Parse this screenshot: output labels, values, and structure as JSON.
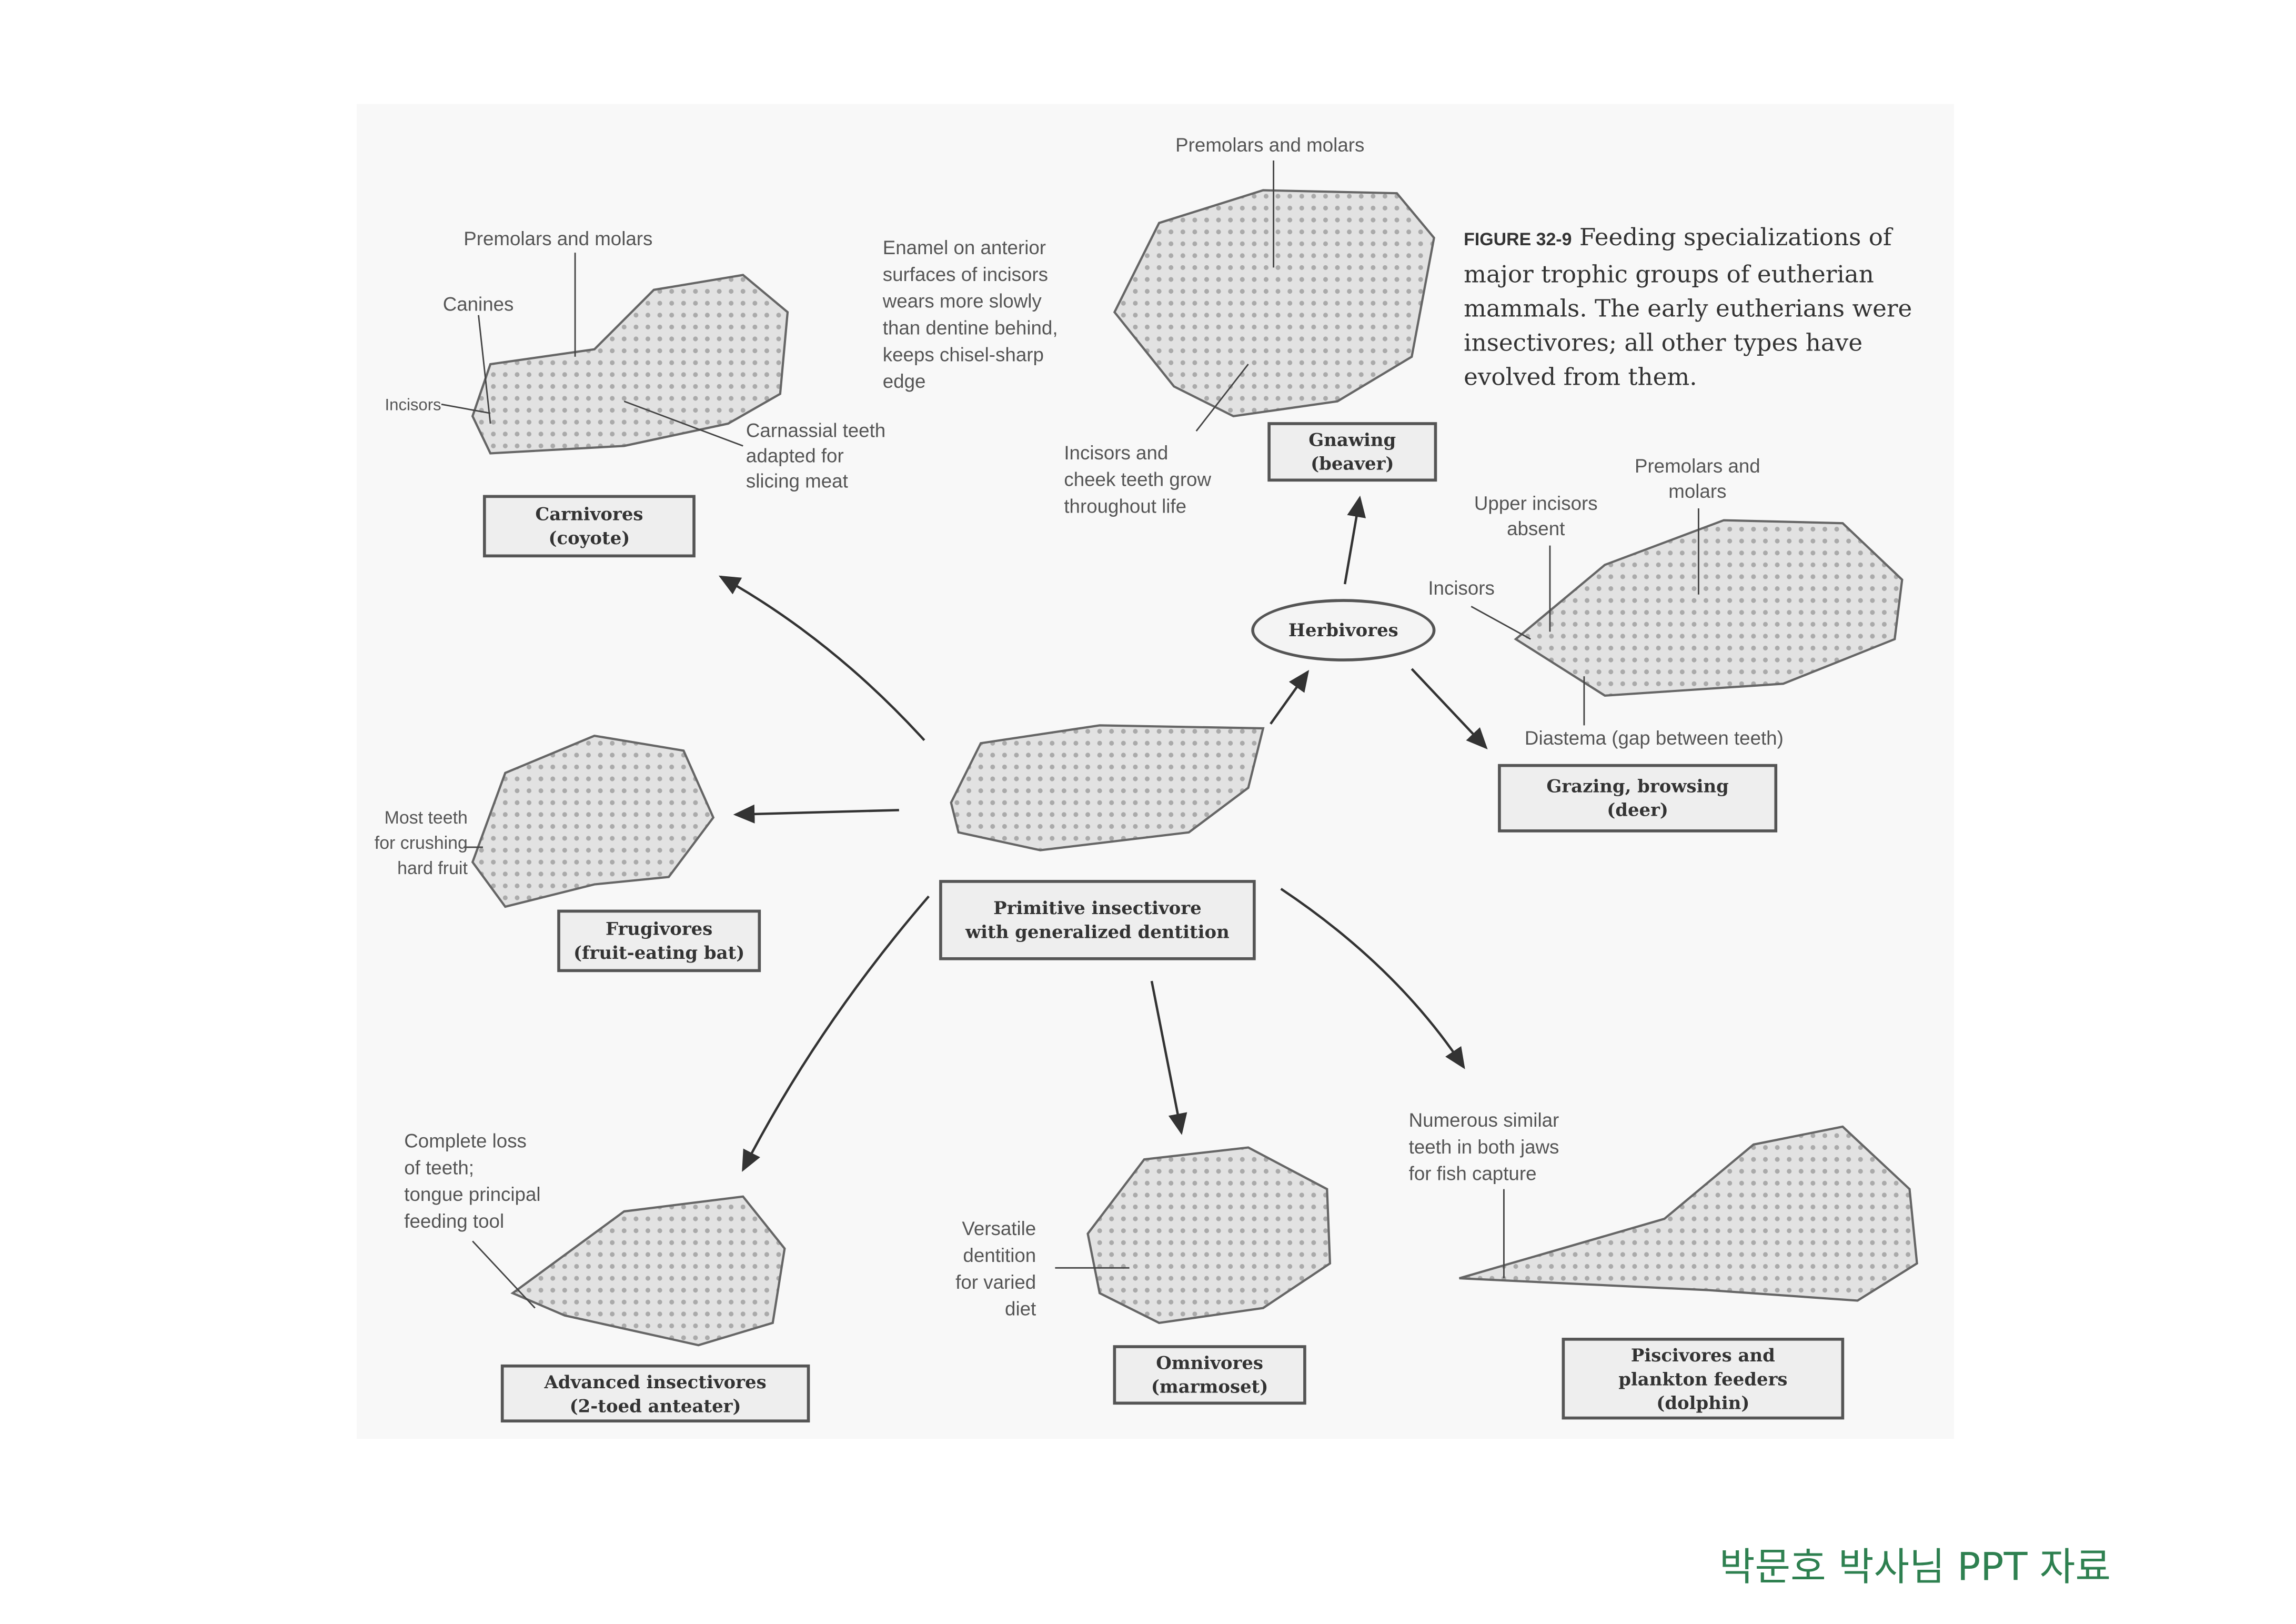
{
  "caption": {
    "figure_label": "FIGURE 32-9",
    "text": "Feeding specializations of major trophic groups of eutherian mammals. The early eutherians were insectivores; all other types have evolved from them."
  },
  "center": {
    "box": "Primitive insectivore\nwith generalized dentition"
  },
  "herbivores_node": "Herbivores",
  "carnivores": {
    "box": "Carnivores\n(coyote)",
    "labels": [
      "Premolars and molars",
      "Canines",
      "Incisors",
      "Carnassial teeth\nadapted for\nslicing meat"
    ]
  },
  "gnawing": {
    "box": "Gnawing\n(beaver)",
    "labels": [
      "Premolars and molars",
      "Enamel on anterior\nsurfaces of incisors\nwears more slowly\nthan dentine behind,\nkeeps chisel-sharp\nedge",
      "Incisors and\ncheek teeth grow\nthroughout life"
    ]
  },
  "grazing": {
    "box": "Grazing, browsing\n(deer)",
    "labels": [
      "Premolars and\nmolars",
      "Upper incisors\nabsent",
      "Incisors",
      "Diastema (gap between teeth)"
    ]
  },
  "frugivores": {
    "box": "Frugivores\n(fruit-eating bat)",
    "labels": [
      "Most teeth\nfor crushing\nhard fruit"
    ]
  },
  "anteater": {
    "box": "Advanced insectivores\n(2-toed anteater)",
    "labels": [
      "Complete loss\nof teeth;\ntongue principal\nfeeding tool"
    ]
  },
  "omnivores": {
    "box": "Omnivores\n(marmoset)",
    "labels": [
      "Versatile\ndentition\nfor varied\ndiet"
    ]
  },
  "piscivores": {
    "box": "Piscivores and\nplankton feeders\n(dolphin)",
    "labels": [
      "Numerous similar\nteeth in both jaws\nfor fish capture"
    ]
  },
  "watermark": "박문호 박사님 PPT 자료",
  "colors": {
    "watermark": "#2e8050",
    "line": "#333333",
    "skull": "#d8d8d8"
  }
}
